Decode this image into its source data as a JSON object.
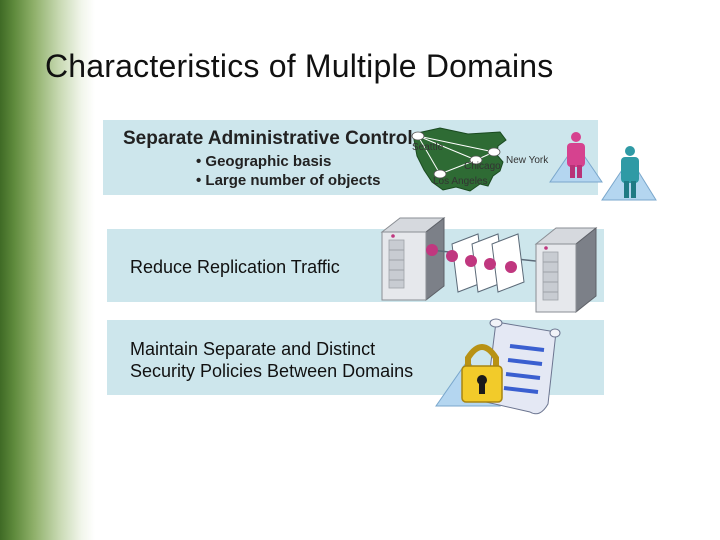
{
  "slide": {
    "title": "Characteristics of Multiple Domains",
    "section1": {
      "heading": "Separate Administrative Control",
      "bullets": [
        "• Geographic basis",
        "• Large number of objects"
      ]
    },
    "section2": {
      "heading": "Reduce Replication Traffic"
    },
    "section3": {
      "line1": "Maintain Separate and Distinct",
      "line2": "Security Policies Between Domains"
    },
    "map_labels": {
      "seattle": "Seattle",
      "chicago": "Chicago",
      "new_york": "New York",
      "los_angeles": "Los Angeles"
    }
  },
  "colors": {
    "band": "#cde6ec",
    "sidebar": "#5e8a3c",
    "pink_node": "#c0377f"
  },
  "icons": [
    "us-map-icon",
    "pink-user-icon",
    "teal-user-icon",
    "server-left-icon",
    "server-right-icon",
    "replication-pages-icon",
    "policy-scroll-icon",
    "padlock-icon"
  ]
}
